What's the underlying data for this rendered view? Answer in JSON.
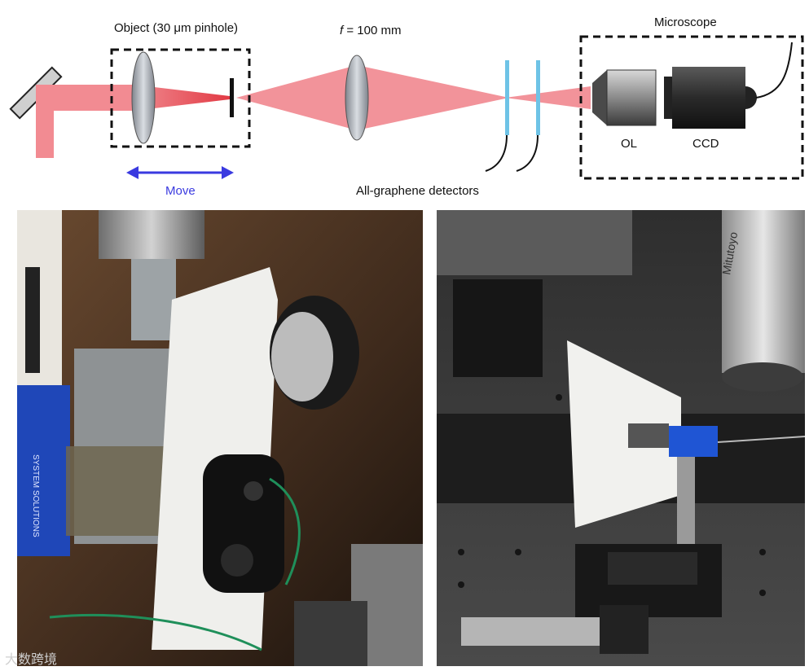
{
  "diagram": {
    "object_label": "Object (30 μm pinhole)",
    "lens_label_italic": "f",
    "lens_label_rest": " = 100 mm",
    "microscope_label": "Microscope",
    "ol_label": "OL",
    "ccd_label": "CCD",
    "move_label": "Move",
    "detectors_label": "All-graphene detectors",
    "colors": {
      "beam": "#e8404a",
      "move_arrow": "#3a3ae0",
      "detector": "#6ec3e6",
      "box_border": "#111111"
    }
  },
  "photos": {
    "left_visible_text": "SYSTEM SOLUTIONS",
    "right_visible_text": "Mitutoyo"
  },
  "watermark": "大数跨境"
}
